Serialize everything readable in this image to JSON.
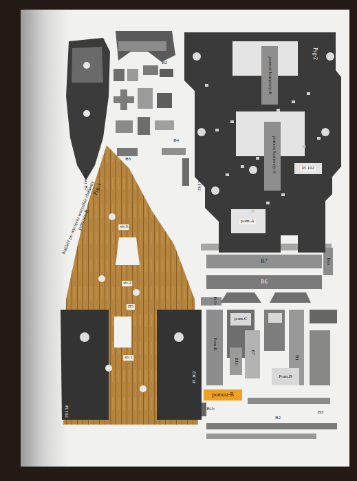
{
  "diagram": {
    "nodes": [
      {
        "text": [
          "Psg-2"
        ]
      },
      {
        "text": [
          "Psg-1"
        ]
      },
      {
        "text": [
          "B7"
        ]
      },
      {
        "text": [
          "B6"
        ]
      },
      {
        "text": [
          "pomost-B"
        ]
      }
    ],
    "labels": [
      "Pomost B7",
      "pomost komendy-B",
      "pomost komendy-S",
      "pom-A",
      "Pl.102",
      "Pl.102",
      "Pl.102",
      "Pl.102",
      "Nakleić po wycięciu wszystkie elementy pomostu-B",
      "sb.3",
      "sb.2",
      "sb.1",
      "B5",
      "B3",
      "B4",
      "B2",
      "B1b",
      "B1a",
      "Pom.B",
      "pom.C",
      "B7",
      "B1",
      "Pom.B",
      "B1b",
      "B3",
      "B2",
      "B1b"
    ]
  }
}
